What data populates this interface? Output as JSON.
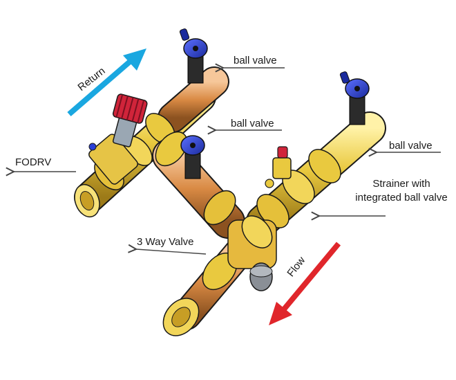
{
  "labels": {
    "return": "Return",
    "flow": "Flow",
    "fodrv": "FODRV",
    "ball_valve_top": "ball valve",
    "ball_valve_mid": "ball valve",
    "ball_valve_right": "ball valve",
    "strainer_line1": "Strainer with",
    "strainer_line2": "integrated ball valve",
    "three_way_valve": "3 Way Valve"
  },
  "colors": {
    "return_arrow": "#1aa7e0",
    "flow_arrow": "#e0262b",
    "pipe_brass": "#e8c84a",
    "pipe_copper": "#d9924a",
    "handle_blue": "#2a3fd6",
    "handle_red": "#d0243a",
    "outline": "#1a1a1a",
    "leader": "#444444"
  }
}
